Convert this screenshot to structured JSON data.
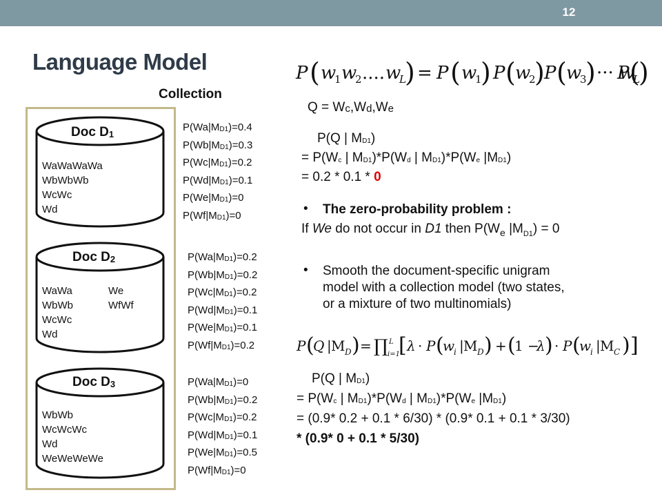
{
  "header": {
    "page_number": "12"
  },
  "title": "Language Model",
  "collection_label": "Collection",
  "docs": [
    {
      "name": "Doc D",
      "sub": "1",
      "lines_left": [
        "WaWaWaWa",
        "WbWbWb",
        "WcWc",
        "Wd"
      ],
      "lines_right": []
    },
    {
      "name": "Doc D",
      "sub": "2",
      "lines_left": [
        "WaWa",
        "WbWb",
        "WcWc",
        "Wd"
      ],
      "lines_right": [
        "We",
        "WfWf"
      ]
    },
    {
      "name": "Doc D",
      "sub": "3",
      "lines_left": [
        "WbWb",
        "WcWcWc",
        "Wd",
        "WeWeWeWe"
      ],
      "lines_right": []
    }
  ],
  "prob_tables": [
    [
      {
        "term": "Wa",
        "val": "0.4"
      },
      {
        "term": "Wb",
        "val": "0.3"
      },
      {
        "term": "Wc",
        "val": "0.2"
      },
      {
        "term": "Wd",
        "val": "0.1"
      },
      {
        "term": "We",
        "val": "0"
      },
      {
        "term": "Wf",
        "val": "0"
      }
    ],
    [
      {
        "term": "Wa",
        "val": "0.2"
      },
      {
        "term": "Wb",
        "val": "0.2"
      },
      {
        "term": "Wc",
        "val": "0.2"
      },
      {
        "term": "Wd",
        "val": "0.1"
      },
      {
        "term": "We",
        "val": "0.1"
      },
      {
        "term": "Wf",
        "val": "0.2"
      }
    ],
    [
      {
        "term": "Wa",
        "val": "0"
      },
      {
        "term": "Wb",
        "val": "0.2"
      },
      {
        "term": "Wc",
        "val": "0.2"
      },
      {
        "term": "Wd",
        "val": "0.1"
      },
      {
        "term": "We",
        "val": "0.5"
      },
      {
        "term": "Wf",
        "val": "0"
      }
    ]
  ],
  "query": {
    "prefix": "Q = W",
    "c": "c",
    "sep1": ",W",
    "d": "d",
    "sep2": ",W",
    "e": "e"
  },
  "calc1": {
    "line1": "P(Q | M",
    "line1_sub": "D1",
    "line1_end": ")",
    "line2": "= P(W",
    "line3_prefix": "= 0.2 * 0.1 * ",
    "line3_zero": "0"
  },
  "bullets": {
    "zero_title": "The zero-probability problem :",
    "zero_text_a": "If ",
    "zero_text_we": "We",
    "zero_text_b": " do not occur in ",
    "zero_text_d1": "D1",
    "zero_text_c": " then P(W",
    "zero_text_sub_e": "e",
    "zero_text_d": " |M",
    "zero_text_sub_d1": "D1",
    "zero_text_end": ") = 0",
    "smooth_lines": [
      "Smooth the document-specific unigram",
      "model with a collection model (two states,",
      "or a mixture of two multinomials)"
    ]
  },
  "calc2": {
    "line3": "= (0.9* 0.2 + 0.1 * 6/30) * (0.9* 0.1 + 0.1 * 3/30)",
    "line4": " * (0.9* 0 + 0.1 * 5/30)"
  },
  "colors": {
    "topbar": "#7f99a3",
    "title": "#2f3b48",
    "collection_border": "#c3b98a",
    "highlight": "#e00000"
  }
}
